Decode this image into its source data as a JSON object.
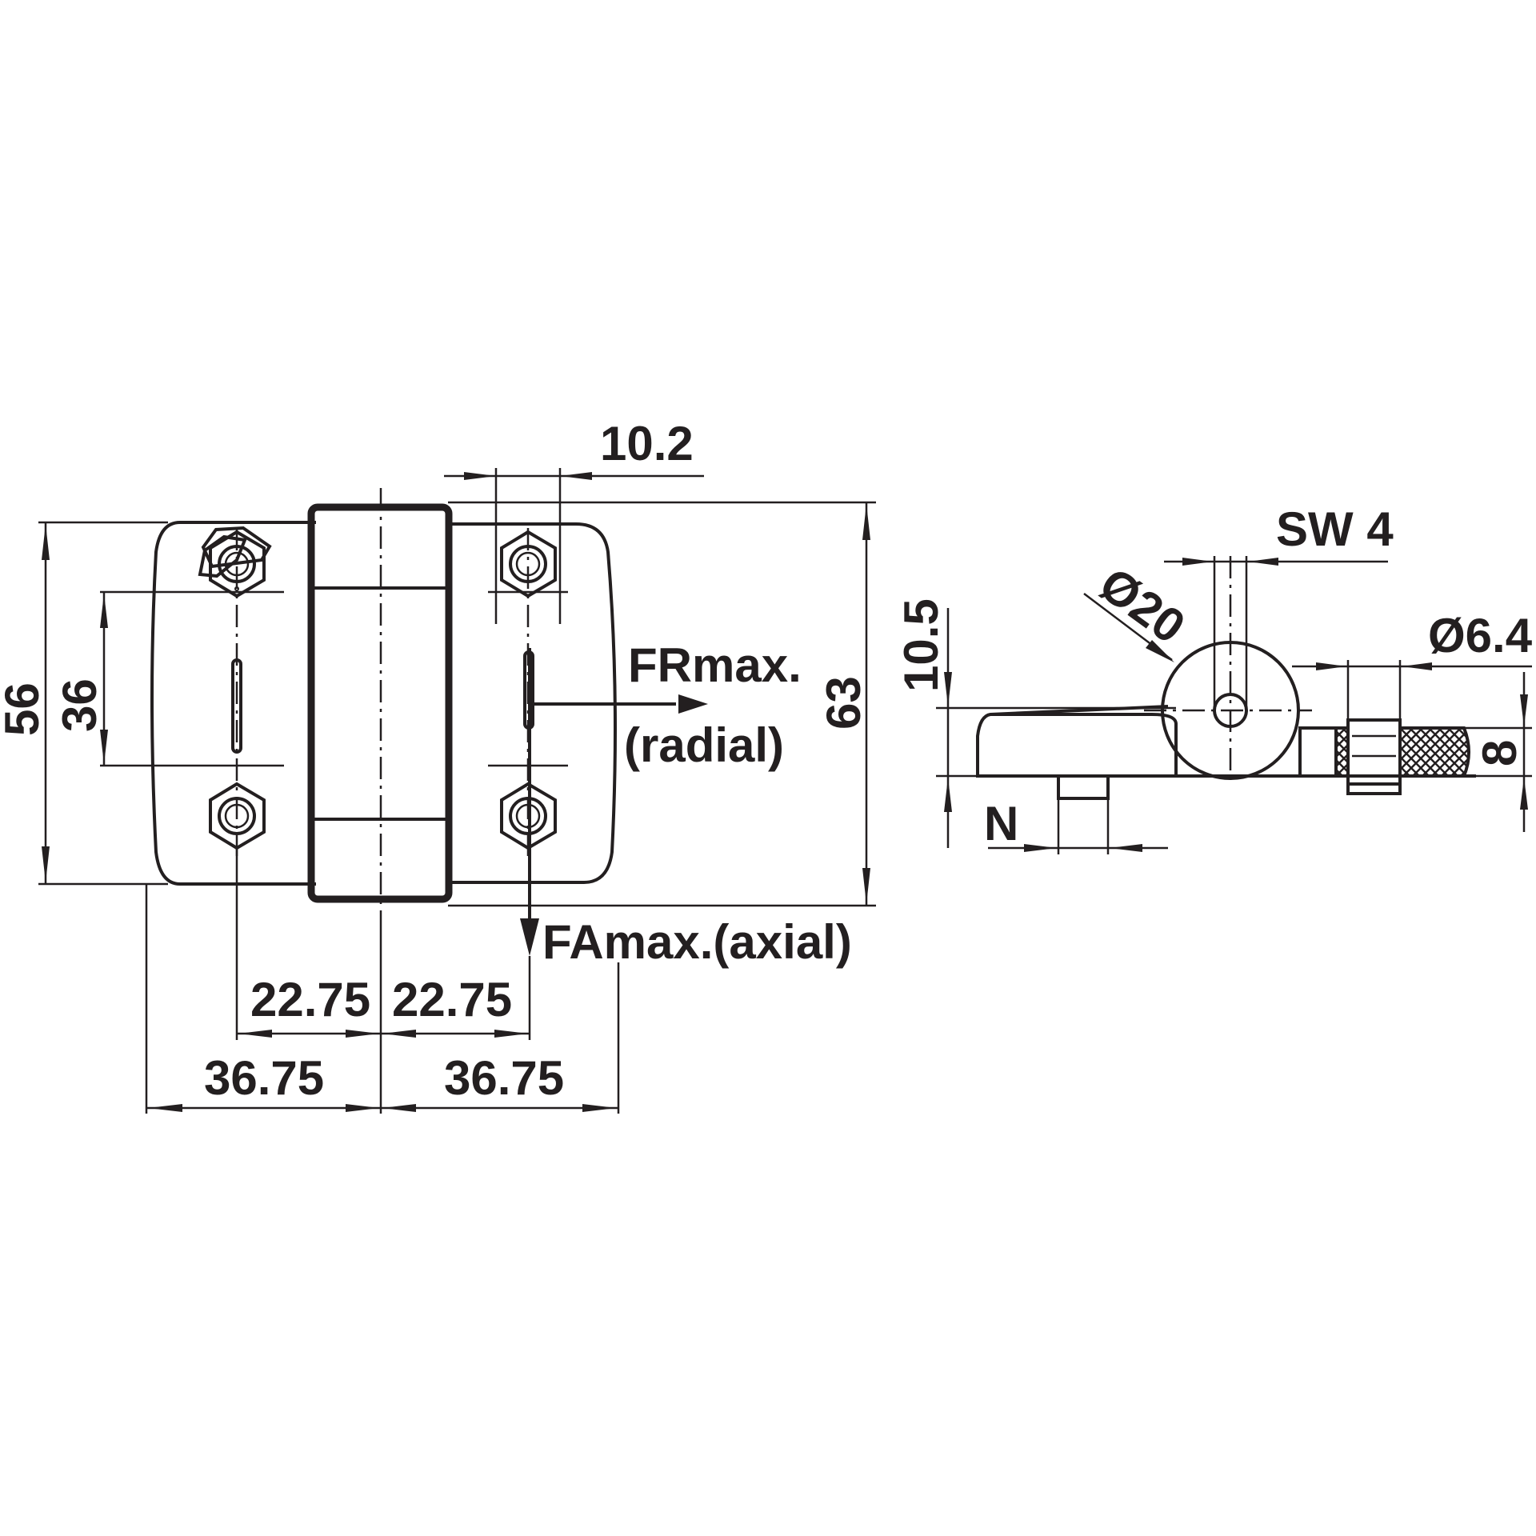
{
  "colors": {
    "ink": "#231f20",
    "background": "#ffffff"
  },
  "front_view": {
    "dim_top": "10.2",
    "dim_height_outer": "56",
    "dim_hole_spacing": "36",
    "dim_total_height": "63",
    "dim_hole_offset_left": "22.75",
    "dim_hole_offset_right": "22.75",
    "dim_half_width_left": "36.75",
    "dim_half_width_right": "36.75",
    "force_radial_1": "FRmax.",
    "force_radial_2": "(radial)",
    "force_axial": "FAmax.(axial)"
  },
  "side_view": {
    "dim_height": "10.5",
    "dim_wrench": "SW 4",
    "dim_barrel_dia": "Ø20",
    "dim_hole_dia": "Ø6.4",
    "dim_thickness": "8",
    "dim_n": "N"
  }
}
